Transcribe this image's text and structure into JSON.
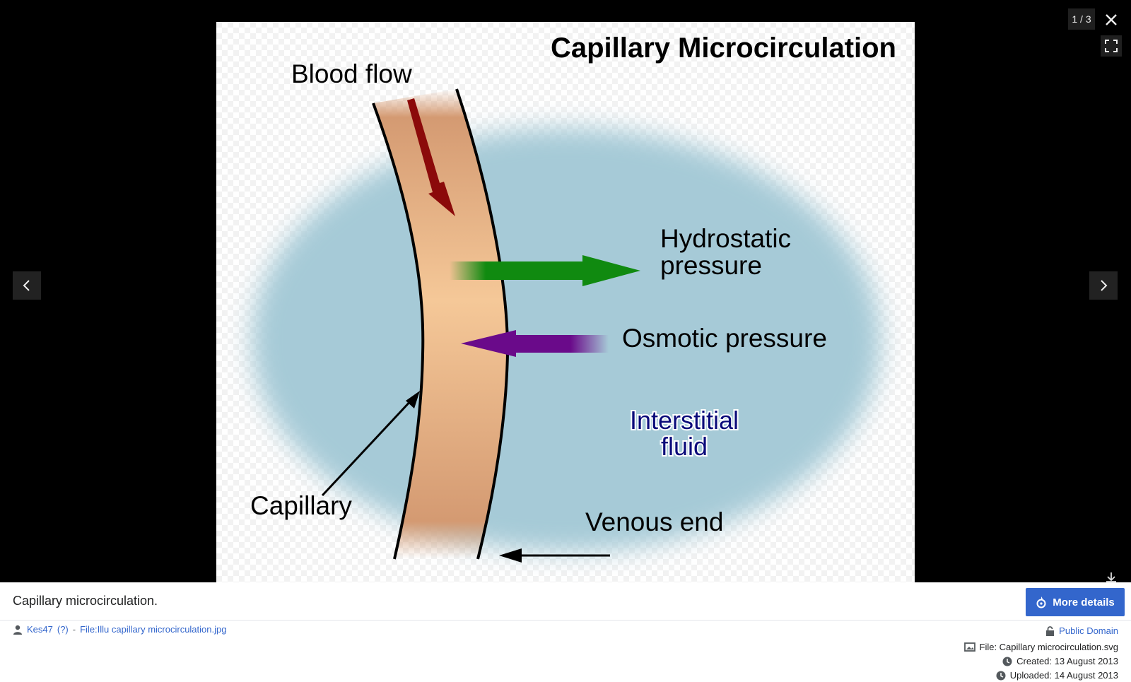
{
  "viewer": {
    "counter": "1 / 3"
  },
  "figure": {
    "title": "Capillary Microcirculation",
    "blood_flow": "Blood flow",
    "hydrostatic_line1": "Hydrostatic",
    "hydrostatic_line2": "pressure",
    "osmotic": "Osmotic pressure",
    "interstitial_line1": "Interstitial",
    "interstitial_line2": "fluid",
    "capillary": "Capillary",
    "venous_end": "Venous end"
  },
  "info": {
    "caption": "Capillary microcirculation.",
    "more_details": "More details",
    "author": "Kes47",
    "author_help": "(?)",
    "separator": "-",
    "source_file": "File:Illu capillary microcirculation.jpg",
    "license": "Public Domain",
    "file": "File: Capillary microcirculation.svg",
    "created": "Created: 13 August 2013",
    "uploaded": "Uploaded: 14 August 2013"
  },
  "colors": {
    "accent": "#3366cc",
    "hydrostatic_arrow": "#108a10",
    "osmotic_arrow": "#6a0a8a",
    "blood_arrow": "#8b0a0a",
    "interstitial_text": "#0a0a7a"
  },
  "icons": [
    "close-icon",
    "fullscreen-icon",
    "chevron-left-icon",
    "chevron-right-icon",
    "download-icon",
    "details-icon",
    "user-icon",
    "lock-icon",
    "image-icon",
    "clock-icon"
  ]
}
